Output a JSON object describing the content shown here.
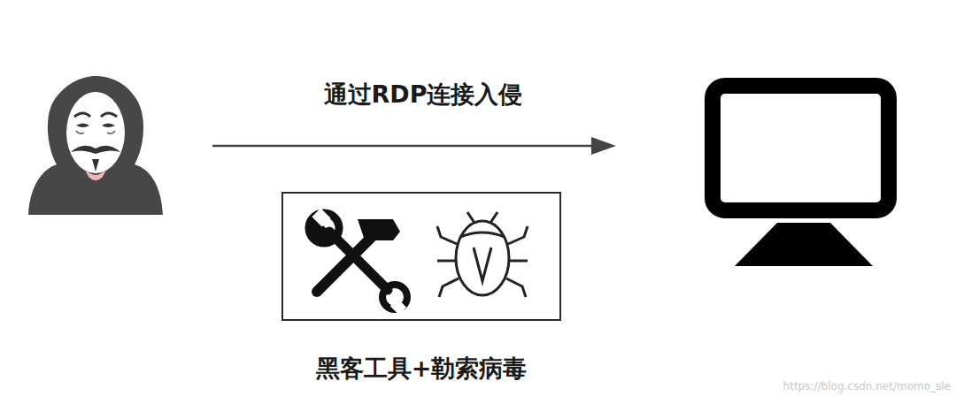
{
  "diagram": {
    "nodes": [
      {
        "text": [
          "黑客工具+勒索病毒"
        ]
      }
    ],
    "labels": [
      "通过RDP连接入侵",
      "https://blog.csdn.net/momo_sle"
    ]
  }
}
